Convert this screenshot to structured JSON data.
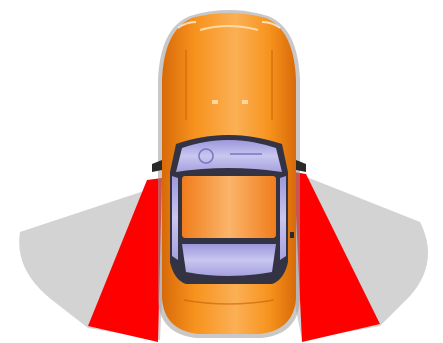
{
  "illustration": {
    "subject": "car-top-view",
    "icons": [
      "car-icon",
      "left-mirror-icon",
      "right-mirror-icon"
    ],
    "blind_spot_state": {
      "left": "alert",
      "right": "alert"
    }
  },
  "colors": {
    "background": "#ffffff",
    "sensor_zone": "#d3d3d3",
    "blind_spot_alert": "#ff0000",
    "car_body": "#f7931e",
    "car_body_dark": "#e07a0e",
    "windshield": "#b8b4e8",
    "roof": "#f08a2a"
  }
}
